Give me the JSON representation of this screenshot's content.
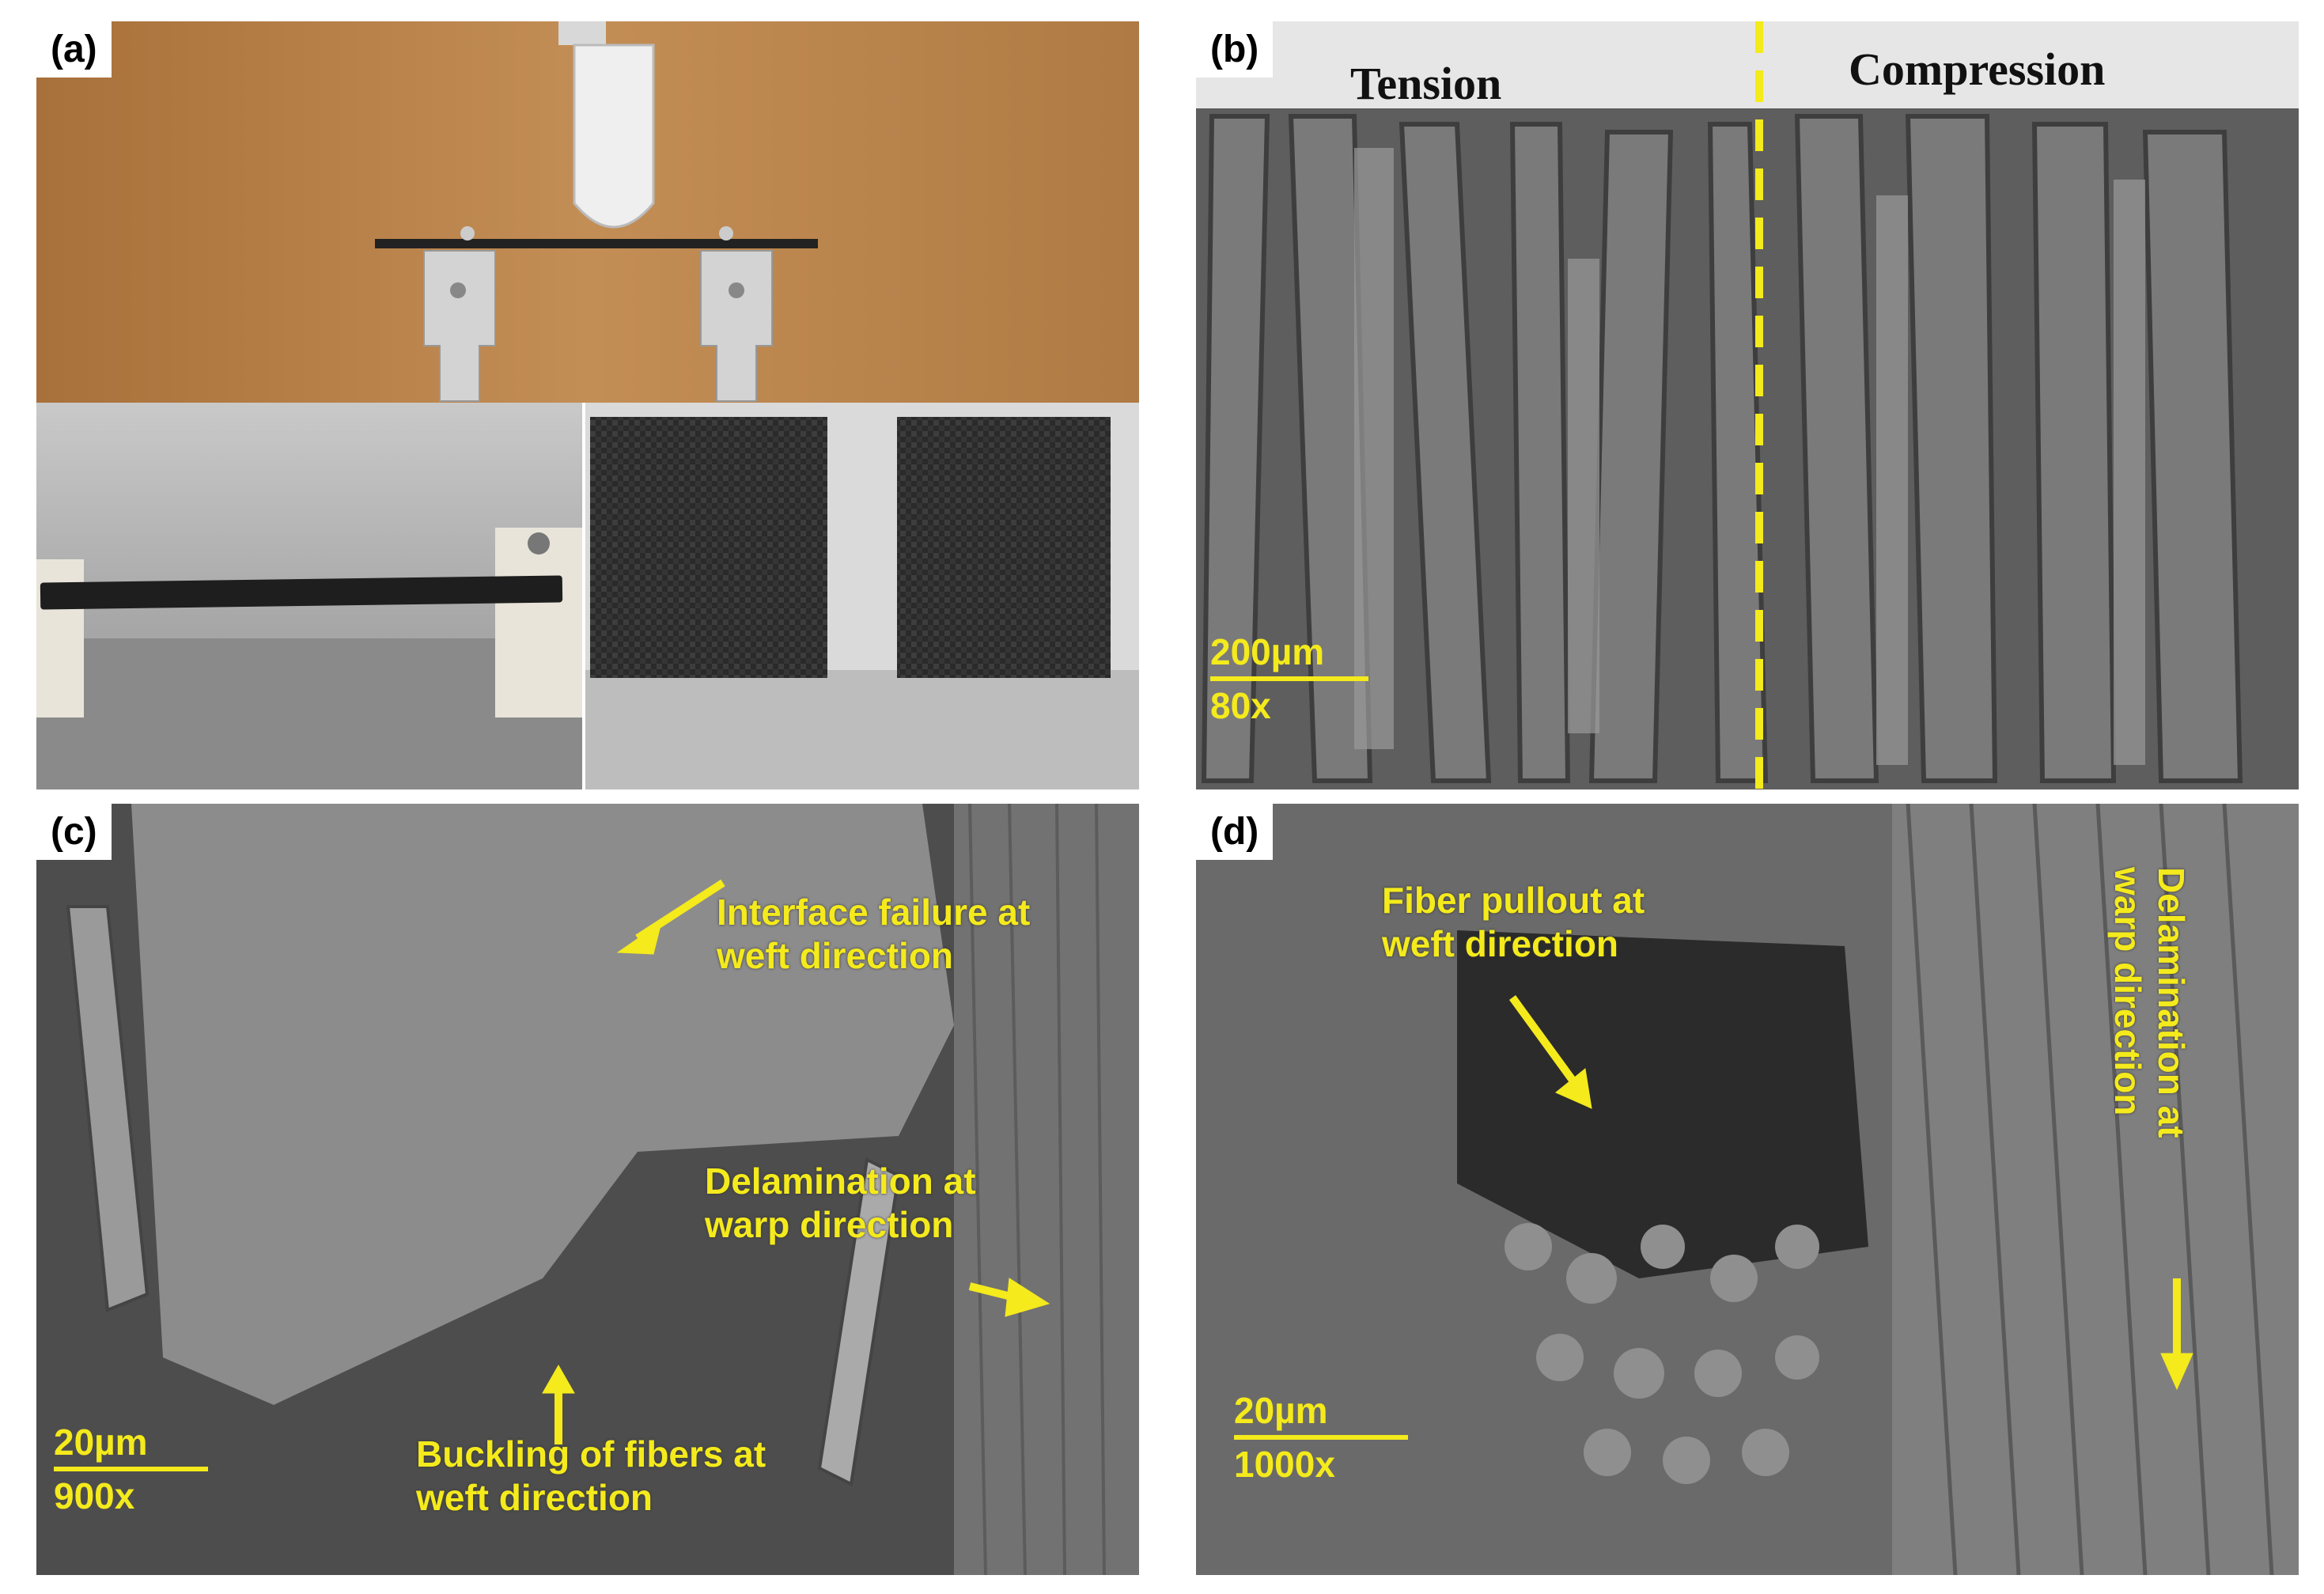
{
  "colors": {
    "annotation": "#f4ea1c",
    "sem_gray": "#6e6e6e",
    "backdrop_orange": "#b9834a"
  },
  "panels": {
    "a": {
      "label": "(a)"
    },
    "b": {
      "label": "(b)",
      "tension": "Tension",
      "compression": "Compression",
      "scale_length": "200µm",
      "magnification": "80x"
    },
    "c": {
      "label": "(c)",
      "annotation_1": [
        "Interface failure at",
        "weft direction"
      ],
      "annotation_2": [
        "Delamination at",
        "warp direction"
      ],
      "annotation_3": [
        "Buckling of fibers at",
        "weft direction"
      ],
      "scale_length": "20µm",
      "magnification": "900x"
    },
    "d": {
      "label": "(d)",
      "annotation_1": [
        "Fiber pullout at",
        "weft direction"
      ],
      "annotation_2": [
        "Delamination at",
        "warp direction"
      ],
      "scale_length": "20µm",
      "magnification": "1000x"
    }
  }
}
